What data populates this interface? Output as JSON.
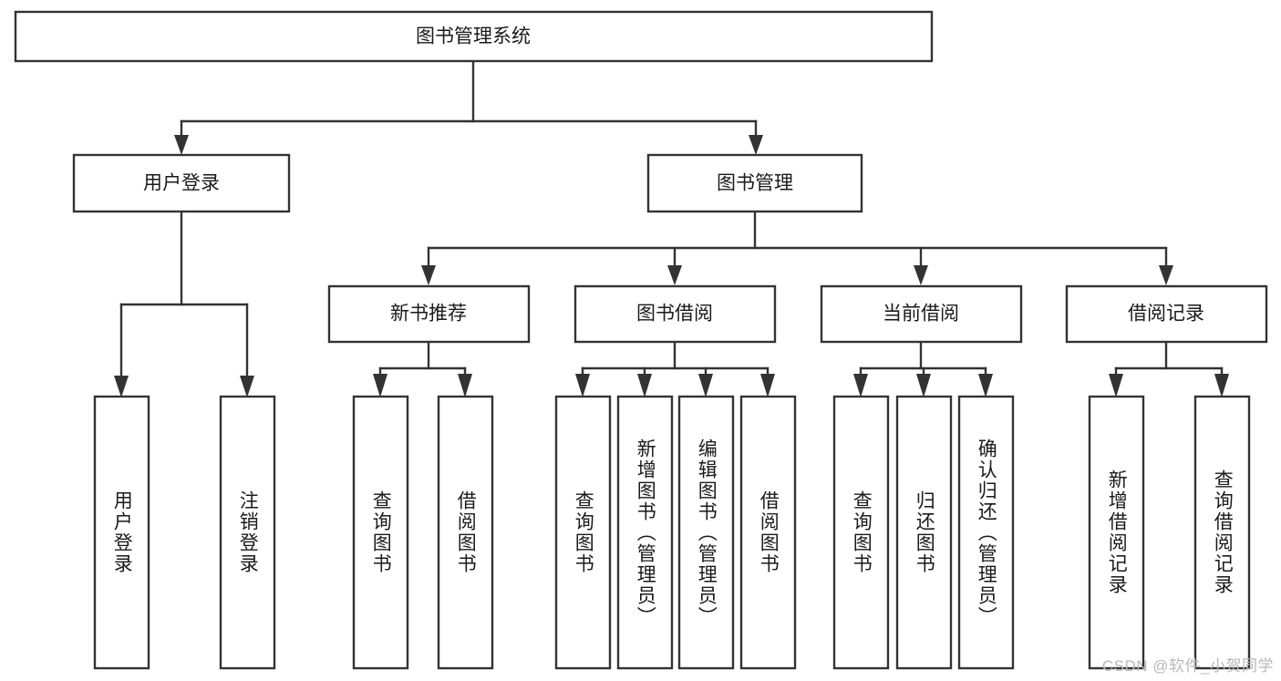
{
  "diagram": {
    "title": "图书管理系统",
    "watermark": "CSDN @软件_小贺同学",
    "type": "tree-hierarchy",
    "orientation": "top-down",
    "colors": {
      "stroke": "#333333",
      "fill": "#ffffff",
      "text": "#1a1a1a",
      "watermark": "#b8b8b8"
    },
    "nodes": {
      "root": {
        "label": "图书管理系统",
        "level": 0,
        "orientation": "horizontal"
      },
      "l1": [
        {
          "id": "user-login",
          "label": "用户登录",
          "level": 1,
          "orientation": "horizontal"
        },
        {
          "id": "book-manage",
          "label": "图书管理",
          "level": 1,
          "orientation": "horizontal"
        }
      ],
      "l2": [
        {
          "id": "new-book-rec",
          "label": "新书推荐",
          "level": 2,
          "orientation": "horizontal",
          "parent": "book-manage"
        },
        {
          "id": "book-borrow",
          "label": "图书借阅",
          "level": 2,
          "orientation": "horizontal",
          "parent": "book-manage"
        },
        {
          "id": "current-borrow",
          "label": "当前借阅",
          "level": 2,
          "orientation": "horizontal",
          "parent": "book-manage"
        },
        {
          "id": "borrow-record",
          "label": "借阅记录",
          "level": 2,
          "orientation": "horizontal",
          "parent": "book-manage"
        }
      ],
      "leaves": [
        {
          "id": "leaf-user-login",
          "label": "用户登录",
          "parent": "user-login",
          "orientation": "vertical"
        },
        {
          "id": "leaf-logout",
          "label": "注销登录",
          "parent": "user-login",
          "orientation": "vertical"
        },
        {
          "id": "leaf-query-book-1",
          "label": "查询图书",
          "parent": "new-book-rec",
          "orientation": "vertical"
        },
        {
          "id": "leaf-borrow-book-1",
          "label": "借阅图书",
          "parent": "new-book-rec",
          "orientation": "vertical"
        },
        {
          "id": "leaf-query-book-2",
          "label": "查询图书",
          "parent": "book-borrow",
          "orientation": "vertical"
        },
        {
          "id": "leaf-add-book",
          "label": "新增图书（管理员）",
          "parent": "book-borrow",
          "orientation": "vertical"
        },
        {
          "id": "leaf-edit-book",
          "label": "编辑图书（管理员）",
          "parent": "book-borrow",
          "orientation": "vertical"
        },
        {
          "id": "leaf-borrow-book-2",
          "label": "借阅图书",
          "parent": "book-borrow",
          "orientation": "vertical"
        },
        {
          "id": "leaf-query-book-3",
          "label": "查询图书",
          "parent": "current-borrow",
          "orientation": "vertical"
        },
        {
          "id": "leaf-return-book",
          "label": "归还图书",
          "parent": "current-borrow",
          "orientation": "vertical"
        },
        {
          "id": "leaf-confirm-return",
          "label": "确认归还（管理员）",
          "parent": "current-borrow",
          "orientation": "vertical"
        },
        {
          "id": "leaf-add-record",
          "label": "新增借阅记录",
          "parent": "borrow-record",
          "orientation": "vertical"
        },
        {
          "id": "leaf-query-record",
          "label": "查询借阅记录",
          "parent": "borrow-record",
          "orientation": "vertical"
        }
      ]
    }
  }
}
